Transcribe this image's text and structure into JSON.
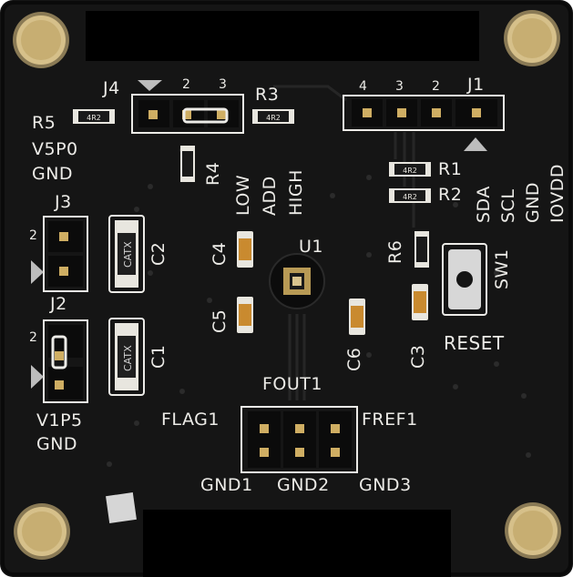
{
  "silkscreen": {
    "j4": "J4",
    "j4_pin2": "2",
    "j4_pin3": "3",
    "r3": "R3",
    "r4": "R4",
    "r5": "R5",
    "v5p0": "V5P0",
    "gnd_top": "GND",
    "j3": "J3",
    "j3_pin2": "2",
    "c2": "C2",
    "j2": "J2",
    "j2_pin2": "2",
    "c1": "C1",
    "v1p5": "V1P5",
    "gnd_bottom": "GND",
    "low": "LOW",
    "add": "ADD",
    "high": "HIGH",
    "c4": "C4",
    "c5": "C5",
    "u1": "U1",
    "c6": "C6",
    "j1": "J1",
    "j1_pin4": "4",
    "j1_pin3": "3",
    "j1_pin2": "2",
    "r1": "R1",
    "r2": "R2",
    "r6": "R6",
    "sda": "SDA",
    "scl": "SCL",
    "gnd_right": "GND",
    "iovdd": "IOVDD",
    "sw1": "SW1",
    "reset": "RESET",
    "c3": "C3",
    "fout1": "FOUT1",
    "flag1": "FLAG1",
    "fref1": "FREF1",
    "gnd1": "GND1",
    "gnd2": "GND2",
    "gnd3": "GND3"
  },
  "component_markings": {
    "resistor_code": "4R2",
    "cap_code": "CATX"
  },
  "colors": {
    "board": "#151515",
    "silkscreen": "#ecebe7",
    "gold": "#cfae63",
    "redaction": "#000000"
  }
}
